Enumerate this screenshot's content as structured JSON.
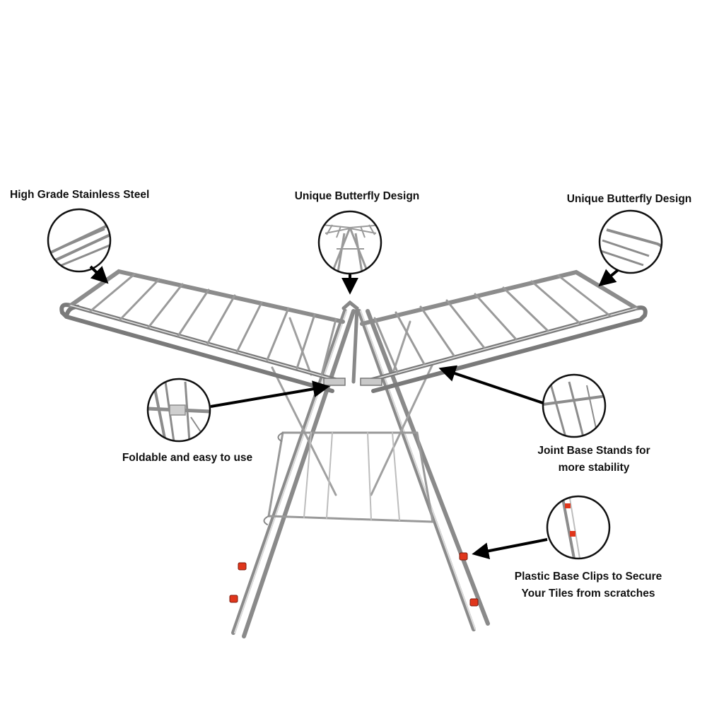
{
  "colors": {
    "background": "#ffffff",
    "steel_dark": "#6f6f6f",
    "steel_mid": "#9a9a9a",
    "steel_light": "#d9d9d9",
    "arrow": "#000000",
    "clip_accent": "#e0361c"
  },
  "callouts": {
    "steel": {
      "label": "High Grade Stainless Steel",
      "icon": "magnifier-steel-rail"
    },
    "butterfly_center": {
      "label": "Unique Butterfly Design",
      "icon": "magnifier-butterfly-center"
    },
    "butterfly_right": {
      "label": "Unique Butterfly Design",
      "icon": "magnifier-wing-corner"
    },
    "foldable": {
      "label": "Foldable and easy to use",
      "icon": "magnifier-fold-joint"
    },
    "joint_base": {
      "line1": "Joint Base Stands for",
      "line2": "more stability",
      "icon": "magnifier-base-stand"
    },
    "clips": {
      "line1": "Plastic Base Clips to Secure",
      "line2": "Your Tiles from scratches",
      "icon": "magnifier-base-clip"
    }
  }
}
